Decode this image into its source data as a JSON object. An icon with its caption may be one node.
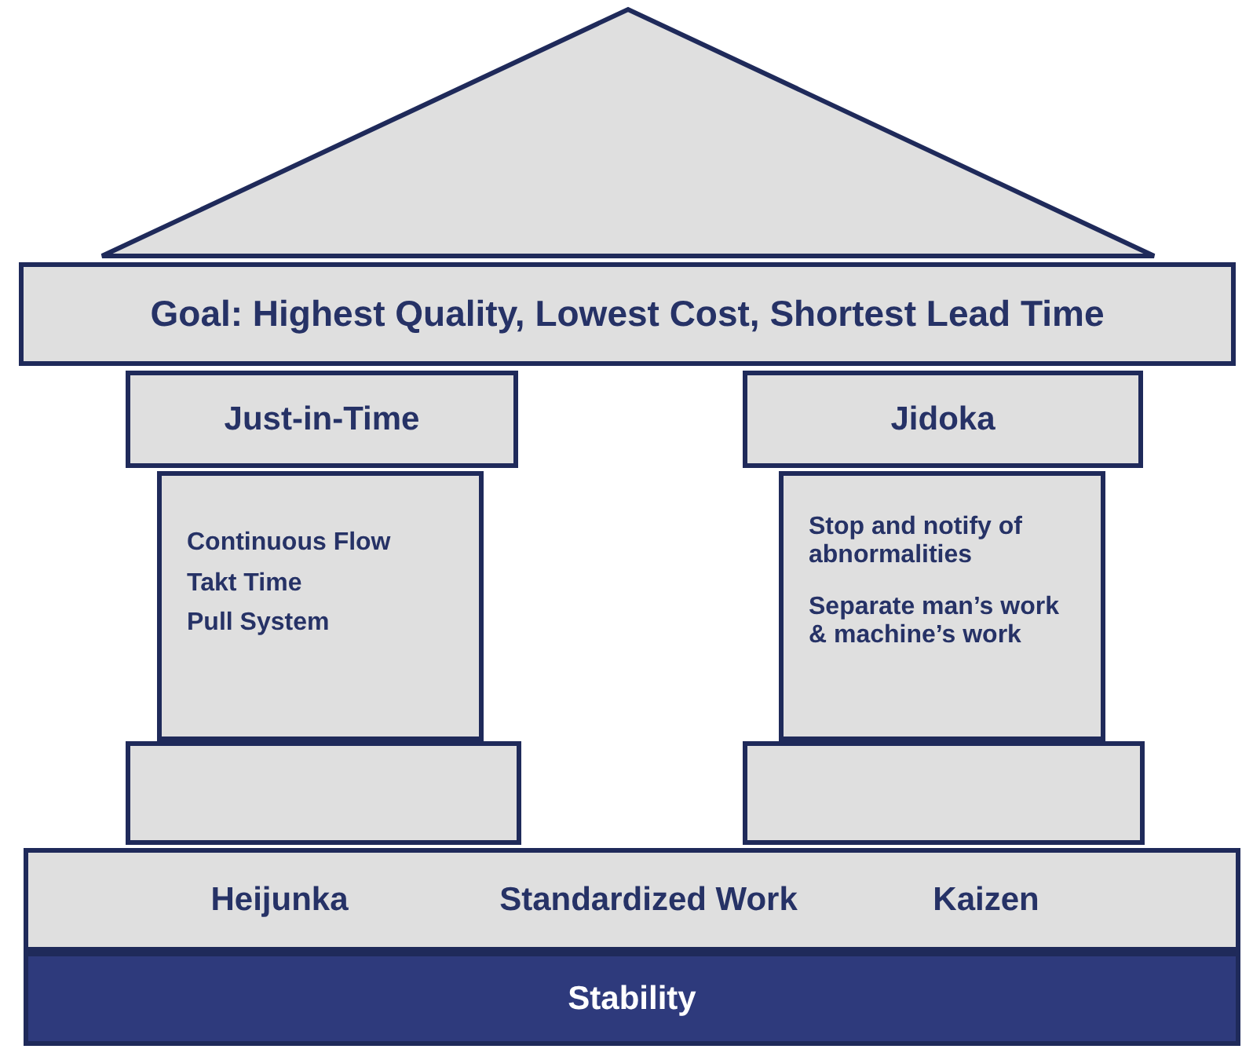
{
  "diagram": {
    "nodes": [
      {
        "text": [],
        "shape": "triangle"
      },
      {
        "text": [
          "Goal: Highest Quality, Lowest Cost, Shortest Lead Time"
        ]
      },
      {
        "text": [
          "Just-in-Time"
        ]
      },
      {
        "text": [
          "Continuous Flow",
          "Takt Time",
          "Pull System"
        ]
      },
      {
        "text": [],
        "shape": "box"
      },
      {
        "text": [
          "Jidoka"
        ]
      },
      {
        "text": [
          "Stop and notify of abnormalities",
          "Separate man’s work & machine’s work"
        ]
      },
      {
        "text": [],
        "shape": "box"
      },
      {
        "text": [
          "Heijunka",
          "Standardized Work",
          "Kaizen"
        ]
      },
      {
        "text": [
          "Stability"
        ]
      }
    ]
  }
}
